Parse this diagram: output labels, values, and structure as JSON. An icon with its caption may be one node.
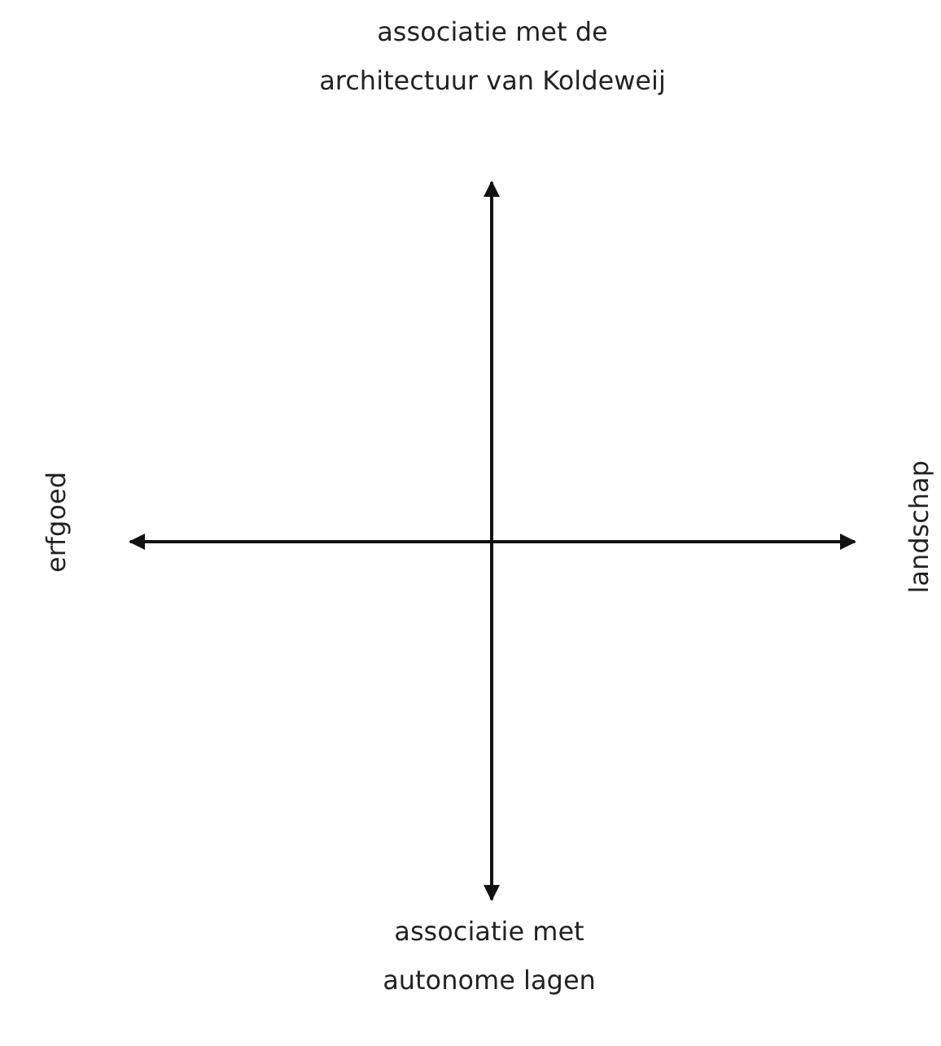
{
  "diagram": {
    "labels": [
      "associatie met de architectuur van Koldeweij",
      "erfgoed",
      "landschap",
      "associatie met autonome lagen"
    ]
  }
}
